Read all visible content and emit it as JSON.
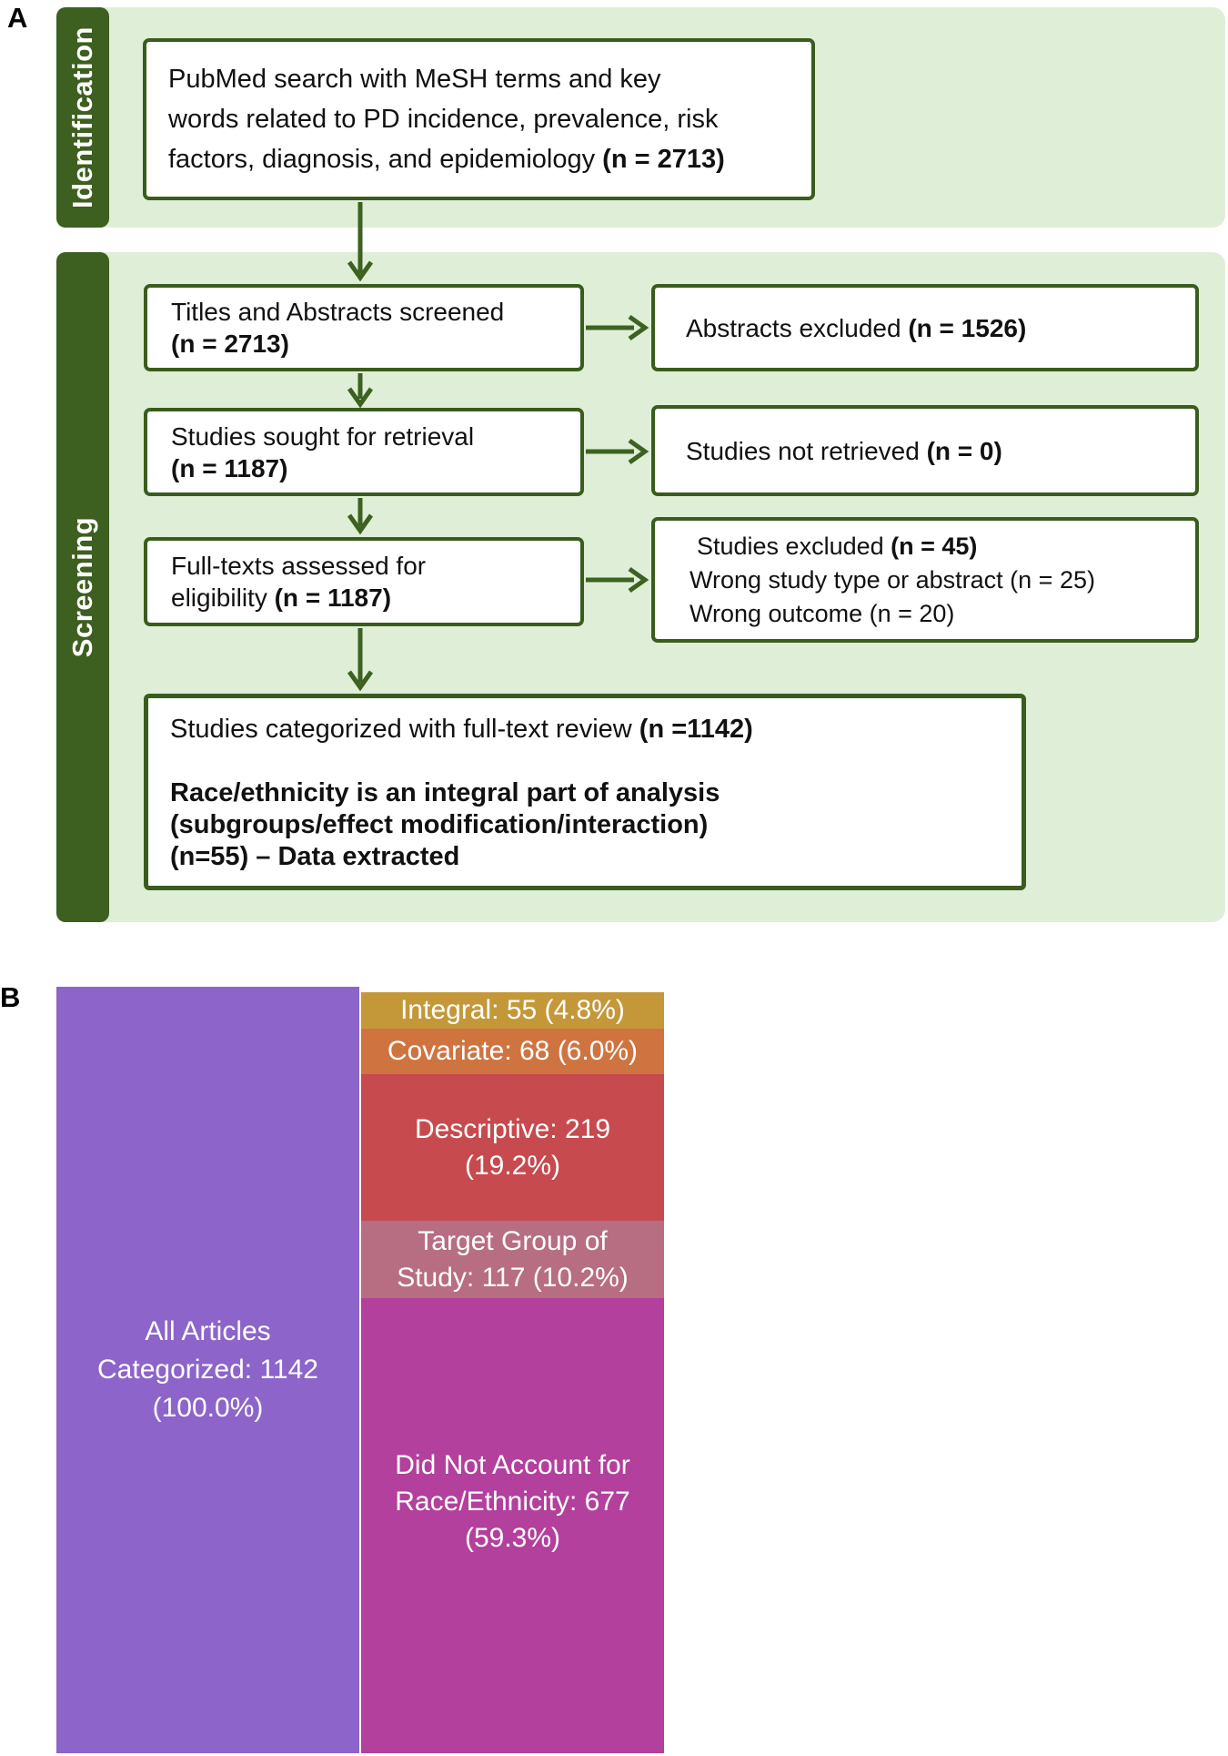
{
  "panel_a": {
    "label": "A",
    "identification_label": "Identification",
    "screening_label": "Screening",
    "pubmed_box": {
      "line1": "PubMed search with MeSH terms and key",
      "line2": "words related to PD incidence, prevalence, risk",
      "line3_prefix": "factors, diagnosis, and epidemiology ",
      "line3_bold": "(n = 2713)"
    },
    "row1_left": {
      "line1": "Titles and Abstracts screened",
      "line2_bold": "(n = 2713)"
    },
    "row1_right": {
      "prefix": "Abstracts excluded ",
      "bold": "(n = 1526)"
    },
    "row2_left": {
      "line1": "Studies sought for retrieval",
      "line2_bold": "(n = 1187)"
    },
    "row2_right": {
      "prefix": "Studies not retrieved ",
      "bold": "(n = 0)"
    },
    "row3_left": {
      "line1": "Full-texts assessed for",
      "line2_prefix": "eligibility ",
      "line2_bold": "(n = 1187)"
    },
    "row3_right": {
      "line1_prefix": "Studies excluded ",
      "line1_bold": "(n = 45)",
      "line2": "Wrong study type or abstract (n = 25)",
      "line3": "Wrong outcome (n = 20)"
    },
    "final_box": {
      "line1_prefix": "Studies categorized with full-text review ",
      "line1_bold": "(n =1142)",
      "bold_line1": "Race/ethnicity is an integral part of analysis",
      "bold_line2": "(subgroups/effect modification/interaction)",
      "bold_line3": "(n=55) – Data extracted"
    },
    "colors": {
      "dark_green": "#3d5f1f",
      "light_green": "#dfeed7",
      "box_border": "#3a5c1d"
    }
  },
  "panel_b": {
    "label": "B",
    "all_articles": {
      "line1": "All Articles",
      "line2": "Categorized: 1142",
      "line3": "(100.0%)",
      "color": "#8d64c9"
    },
    "segments": [
      {
        "name": "integral",
        "color": "#c49839",
        "lines": [
          "Integral: 55 (4.8%)"
        ]
      },
      {
        "name": "covariate",
        "color": "#cf7440",
        "lines": [
          "Covariate: 68 (6.0%)"
        ]
      },
      {
        "name": "descriptive",
        "color": "#c64a4e",
        "lines": [
          "Descriptive: 219",
          "(19.2%)"
        ]
      },
      {
        "name": "target-group",
        "color": "#b76d82",
        "lines": [
          "Target Group of",
          "Study: 117 (10.2%)"
        ]
      },
      {
        "name": "did-not-account",
        "color": "#b2409c",
        "lines": [
          "Did Not Account for",
          "Race/Ethnicity: 677",
          "(59.3%)"
        ]
      }
    ]
  },
  "chart_data": {
    "type": "bar",
    "stacked": true,
    "title": "Categorization of articles by treatment of race/ethnicity",
    "total": {
      "label": "All Articles Categorized",
      "value": 1142,
      "pct": 100.0
    },
    "segments": [
      {
        "label": "Integral",
        "value": 55,
        "pct": 4.8
      },
      {
        "label": "Covariate",
        "value": 68,
        "pct": 6.0
      },
      {
        "label": "Descriptive",
        "value": 219,
        "pct": 19.2
      },
      {
        "label": "Target Group of Study",
        "value": 117,
        "pct": 10.2
      },
      {
        "label": "Did Not Account for Race/Ethnicity",
        "value": 677,
        "pct": 59.3
      }
    ],
    "legend_position": "none",
    "grid": false
  }
}
